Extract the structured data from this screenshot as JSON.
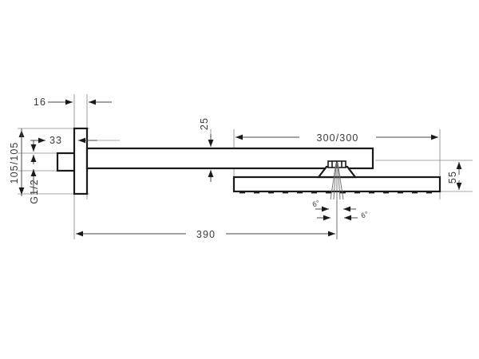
{
  "drawing": {
    "title": "Shower head technical dimension drawing",
    "units": "mm",
    "dimensions": {
      "wall_plate_thickness": "16",
      "arm_offset": "33",
      "arm_height": "25",
      "inlet_height": "105/105",
      "thread": "G1/2",
      "head_size": "300/300",
      "head_thickness": "55",
      "projection": "390",
      "spray_angle_left": "6°",
      "spray_angle_right": "6°"
    },
    "colors": {
      "outline": "#1a1a1a",
      "dimension": "#4a4a4a",
      "extension": "#8a8a8a",
      "text": "#3a3a3a",
      "background": "#ffffff"
    },
    "labels": {
      "d16": "16",
      "d33": "33",
      "d25": "25",
      "d105": "105/105",
      "g12": "G1/2",
      "d300": "300/300",
      "d55": "55",
      "d390": "390",
      "angle_left": "6°",
      "angle_right": "6°"
    }
  }
}
